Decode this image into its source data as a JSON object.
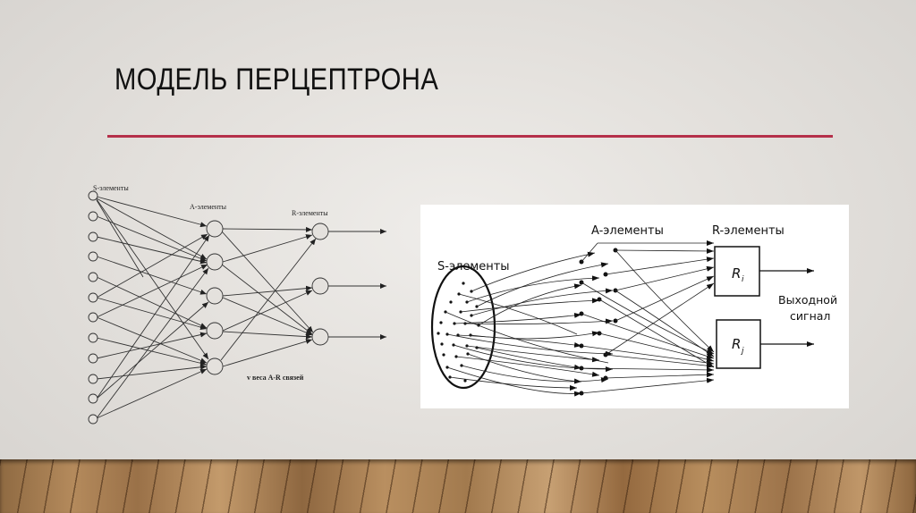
{
  "slide": {
    "title": "МОДЕЛЬ ПЕРЦЕПТРОНА",
    "accent_color": "#b5304a",
    "background_color": "#e4e1dd"
  },
  "left_diagram": {
    "s_label": "S-элементы",
    "a_label": "A-элементы",
    "r_label": "R-элементы",
    "weights_label": "v веса A-R связей",
    "s_node_count": 12,
    "a_node_count": 5,
    "r_node_count": 3
  },
  "right_diagram": {
    "s_label": "S-элементы",
    "a_label": "A-элементы",
    "r_label": "R-элементы",
    "ri_label": "R",
    "ri_sub": "i",
    "rj_label": "R",
    "rj_sub": "j",
    "output_label_line1": "Выходной",
    "output_label_line2": "сигнал"
  }
}
